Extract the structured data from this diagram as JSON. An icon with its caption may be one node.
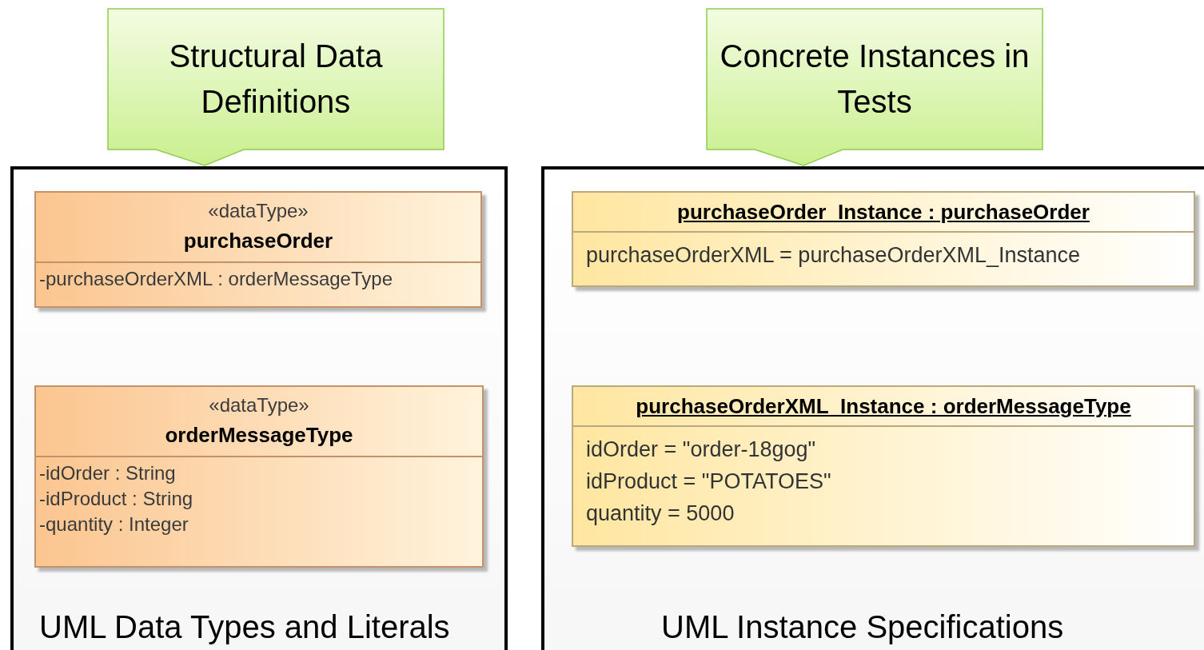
{
  "diagram": {
    "nodes": [
      {
        "text": [
          "Structural Data Definitions"
        ]
      },
      {
        "text": [
          "Concrete Instances in Tests"
        ]
      },
      {
        "text": [
          "UML Data Types and Literals"
        ]
      },
      {
        "text": [
          "«dataType»",
          "purchaseOrder",
          "-purchaseOrderXML : orderMessageType"
        ],
        "in": 2
      },
      {
        "text": [
          "«dataType»",
          "orderMessageType",
          "-idOrder : String",
          "-idProduct : String",
          "-quantity : Integer"
        ],
        "in": 2
      },
      {
        "text": [
          "UML Instance Specifications"
        ]
      },
      {
        "text": [
          "purchaseOrder_Instance : purchaseOrder",
          "purchaseOrderXML = purchaseOrderXML_Instance"
        ],
        "in": 5
      },
      {
        "text": [
          "purchaseOrderXML_Instance : orderMessageType",
          "idOrder = \"order-18gog\"",
          "idProduct = \"POTATOES\"",
          "quantity = 5000"
        ],
        "in": 5
      }
    ]
  }
}
